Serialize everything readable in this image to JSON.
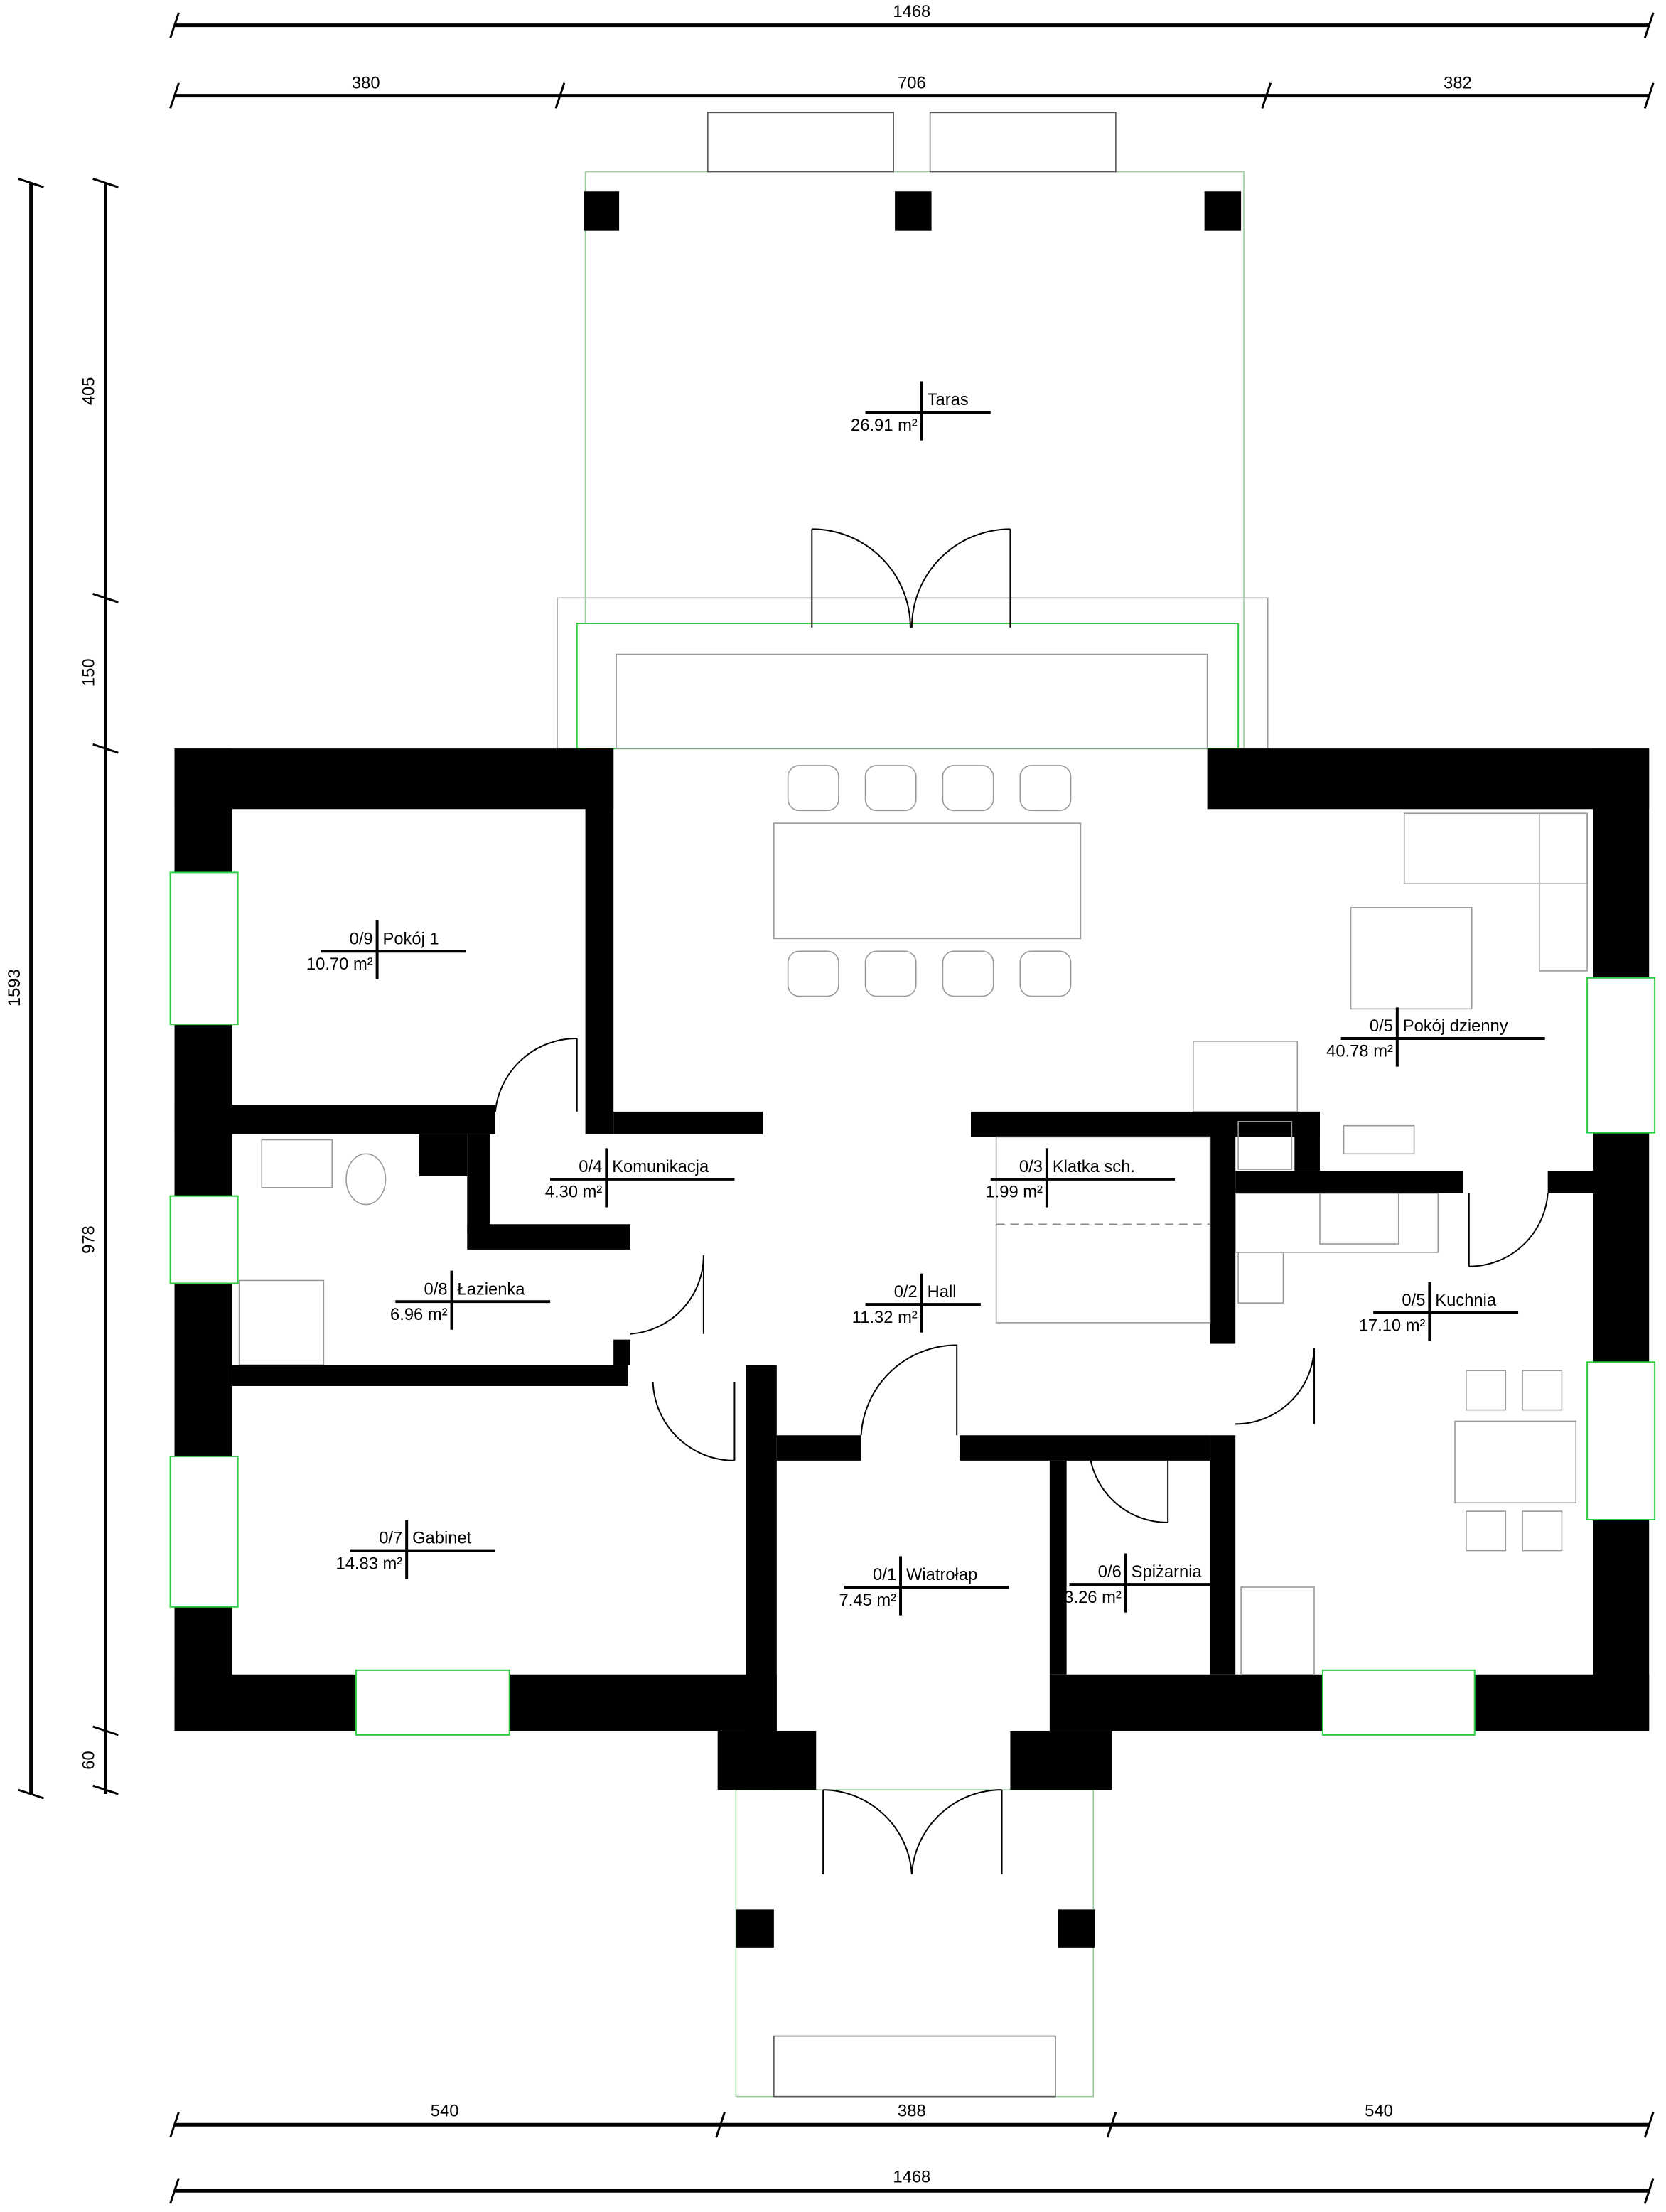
{
  "dimensions": {
    "top_total": "1468",
    "top_segments": [
      "380",
      "706",
      "382"
    ],
    "bottom_segments": [
      "540",
      "388",
      "540"
    ],
    "bottom_total": "1468",
    "left_total": "1593",
    "left_segments": [
      "405",
      "150",
      "978",
      "60"
    ]
  },
  "rooms": [
    {
      "id": "",
      "name": "Taras",
      "area": "26.91 m²"
    },
    {
      "id": "0/9",
      "name": "Pokój 1",
      "area": "10.70 m²"
    },
    {
      "id": "0/5",
      "name": "Pokój dzienny",
      "area": "40.78 m²"
    },
    {
      "id": "0/4",
      "name": "Komunikacja",
      "area": "4.30 m²"
    },
    {
      "id": "0/3",
      "name": "Klatka sch.",
      "area": "1.99 m²"
    },
    {
      "id": "0/8",
      "name": "Łazienka",
      "area": "6.96 m²"
    },
    {
      "id": "0/2",
      "name": "Hall",
      "area": "11.32 m²"
    },
    {
      "id": "0/5",
      "name": "Kuchnia",
      "area": "17.10 m²"
    },
    {
      "id": "0/7",
      "name": "Gabinet",
      "area": "14.83 m²"
    },
    {
      "id": "0/1",
      "name": "Wiatrołap",
      "area": "7.45 m²"
    },
    {
      "id": "0/6",
      "name": "Spiżarnia",
      "area": "3.26 m²"
    }
  ],
  "colors": {
    "wall": "#000000",
    "window": "#2ecc40"
  }
}
